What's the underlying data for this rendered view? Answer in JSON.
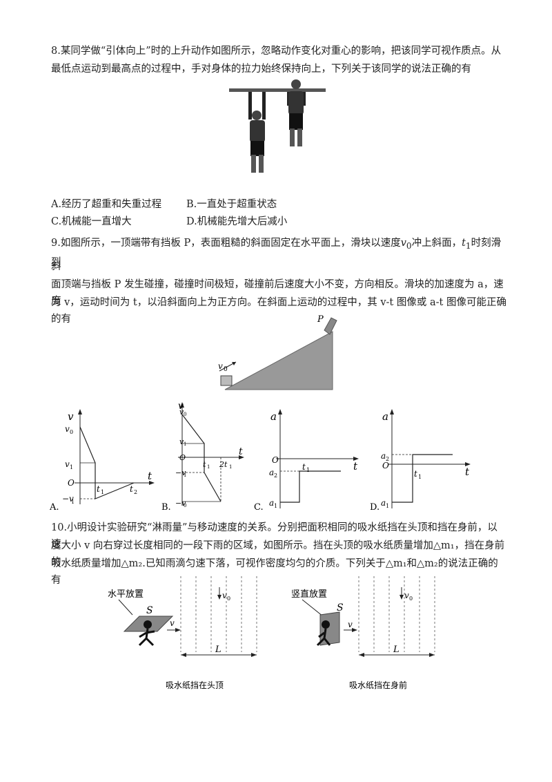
{
  "q8": {
    "stem_line1": "8.某同学做“引体向上”时的上升动作如图所示，忽略动作变化对重心的影响，把该同学可视作质点。从",
    "stem_line2": "最低点运动到最高点的过程中，手对身体的拉力始终保持向上，下列关于该同学的说法正确的有",
    "options": {
      "A": "A.经历了超重和失重过程",
      "B": "B.一直处于超重状态",
      "C": "C.机械能一直增大",
      "D": "D.机械能先增大后减小"
    }
  },
  "q9": {
    "stem_line1_a": "9.如图所示，一顶端带有挡板 P，表面粗糙的斜面固定在水平面上，滑块以速度",
    "stem_v0": "v",
    "stem_v0_sub": "0",
    "stem_line1_b": "冲上斜面，",
    "stem_t1": "t",
    "stem_t1_sub": "1",
    "stem_line1_c": "时刻滑到",
    "stem_line2": "斜",
    "stem_line3": "面顶端与挡板 P 发生碰撞，碰撞时间极短，碰撞前后速度大小不变，方向相反。滑块的加速度为 a，速度",
    "stem_line4": "为 v，运动时间为 t，以沿斜面向上为正方向。在斜面上运动的过程中，其 v-t 图像或 a-t 图像可能正确的有",
    "incline_label_p": "P",
    "incline_label_v": "v",
    "incline_label_v_sub": "0",
    "graph_labels": {
      "A": "A.",
      "B": "B.",
      "C": "C.",
      "D": "D.",
      "v": "v",
      "a": "a",
      "t": "t",
      "O": "O",
      "v0": "v",
      "sub0": "0",
      "v1": "v",
      "sub1": "1",
      "neg_v1": "−v",
      "neg_v0": "−v",
      "t1": "t",
      "t2": "t",
      "sub2": "2",
      "two_t1": "2t",
      "a1": "a",
      "a2": "a"
    }
  },
  "q10": {
    "stem_line1": "10.小明设计实验研究“淋雨量”与移动速度的关系。分别把面积相同的吸水纸挡在头顶和挡在身前，以速",
    "stem_line2": "度大小 v 向右穿过长度相同的一段下雨的区域，如图所示。挡在头顶的吸水纸质量增加△m₁，挡在身前的",
    "stem_line3": "吸水纸质量增加△m₂.已知雨滴匀速下落，可视作密度均匀的介质。下列关于△m₁和△m₂的说法正确的有",
    "left_figure": {
      "label": "水平放置",
      "s": "S",
      "v": "v",
      "v0": "v",
      "v0_sub": "0",
      "L": "L",
      "caption": "吸水纸挡在头顶"
    },
    "right_figure": {
      "label": "竖直放置",
      "s": "S",
      "v": "v",
      "v0": "v",
      "v0_sub": "0",
      "L": "L",
      "caption": "吸水纸挡在身前"
    }
  }
}
